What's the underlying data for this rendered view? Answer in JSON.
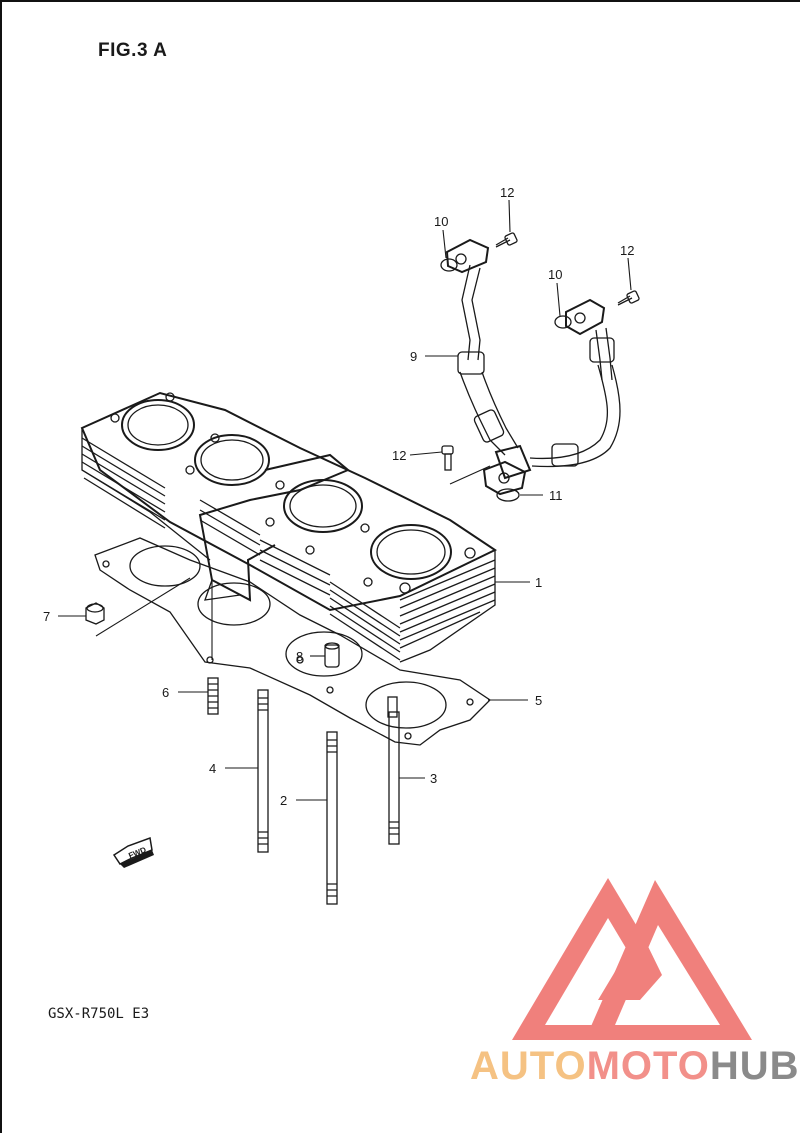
{
  "figure": {
    "title": "FIG.3 A",
    "model": "GSX-R750L  E3"
  },
  "direction_tag": "FWD",
  "watermark": {
    "part1": "AUTO",
    "part2": "MOTO",
    "part3": "HUB",
    "color_auto": "#f5c283",
    "color_moto": "#f2908a",
    "color_hub": "#8a8a8a",
    "logo_color": "#ee6b66"
  },
  "callouts": {
    "c1": "1",
    "c2": "2",
    "c3": "3",
    "c4": "4",
    "c5": "5",
    "c6": "6",
    "c7": "7",
    "c8": "8",
    "c9": "9",
    "c10a": "10",
    "c10b": "10",
    "c11": "11",
    "c12a": "12",
    "c12b": "12",
    "c12c": "12"
  }
}
